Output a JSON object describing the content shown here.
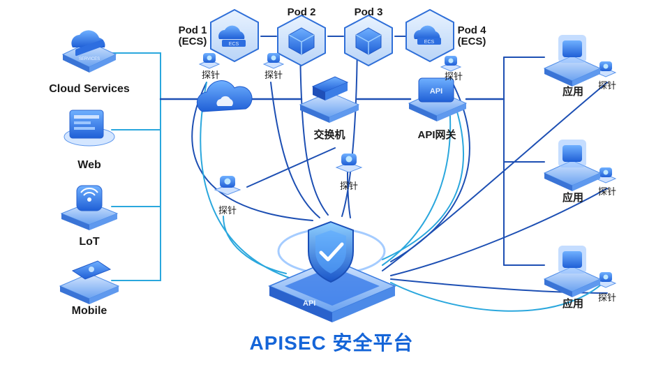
{
  "title": "APISEC 安全平台",
  "platform_badge": "API",
  "clients": [
    {
      "label": "Cloud Services",
      "icon": "cloud-services-icon",
      "badge": "SERVICES"
    },
    {
      "label": "Web",
      "icon": "web-icon"
    },
    {
      "label": "LoT",
      "icon": "iot-icon"
    },
    {
      "label": "Mobile",
      "icon": "mobile-icon"
    }
  ],
  "pods": [
    {
      "name": "Pod 1",
      "sub": "(ECS)",
      "badge": "ECS"
    },
    {
      "name": "Pod 2",
      "sub": ""
    },
    {
      "name": "Pod 3",
      "sub": ""
    },
    {
      "name": "Pod 4",
      "sub": "(ECS)",
      "badge": "ECS"
    }
  ],
  "probe_label": "探针",
  "switch_label": "交换机",
  "gateway_label": "API网关",
  "gateway_badge": "API",
  "app_label": "应用",
  "colors": {
    "accent": "#1565d8",
    "line_dark": "#1d4fb3",
    "line_light": "#2aa7dd",
    "node_blue": "#2f7df0",
    "node_light": "#bcd8fb"
  }
}
